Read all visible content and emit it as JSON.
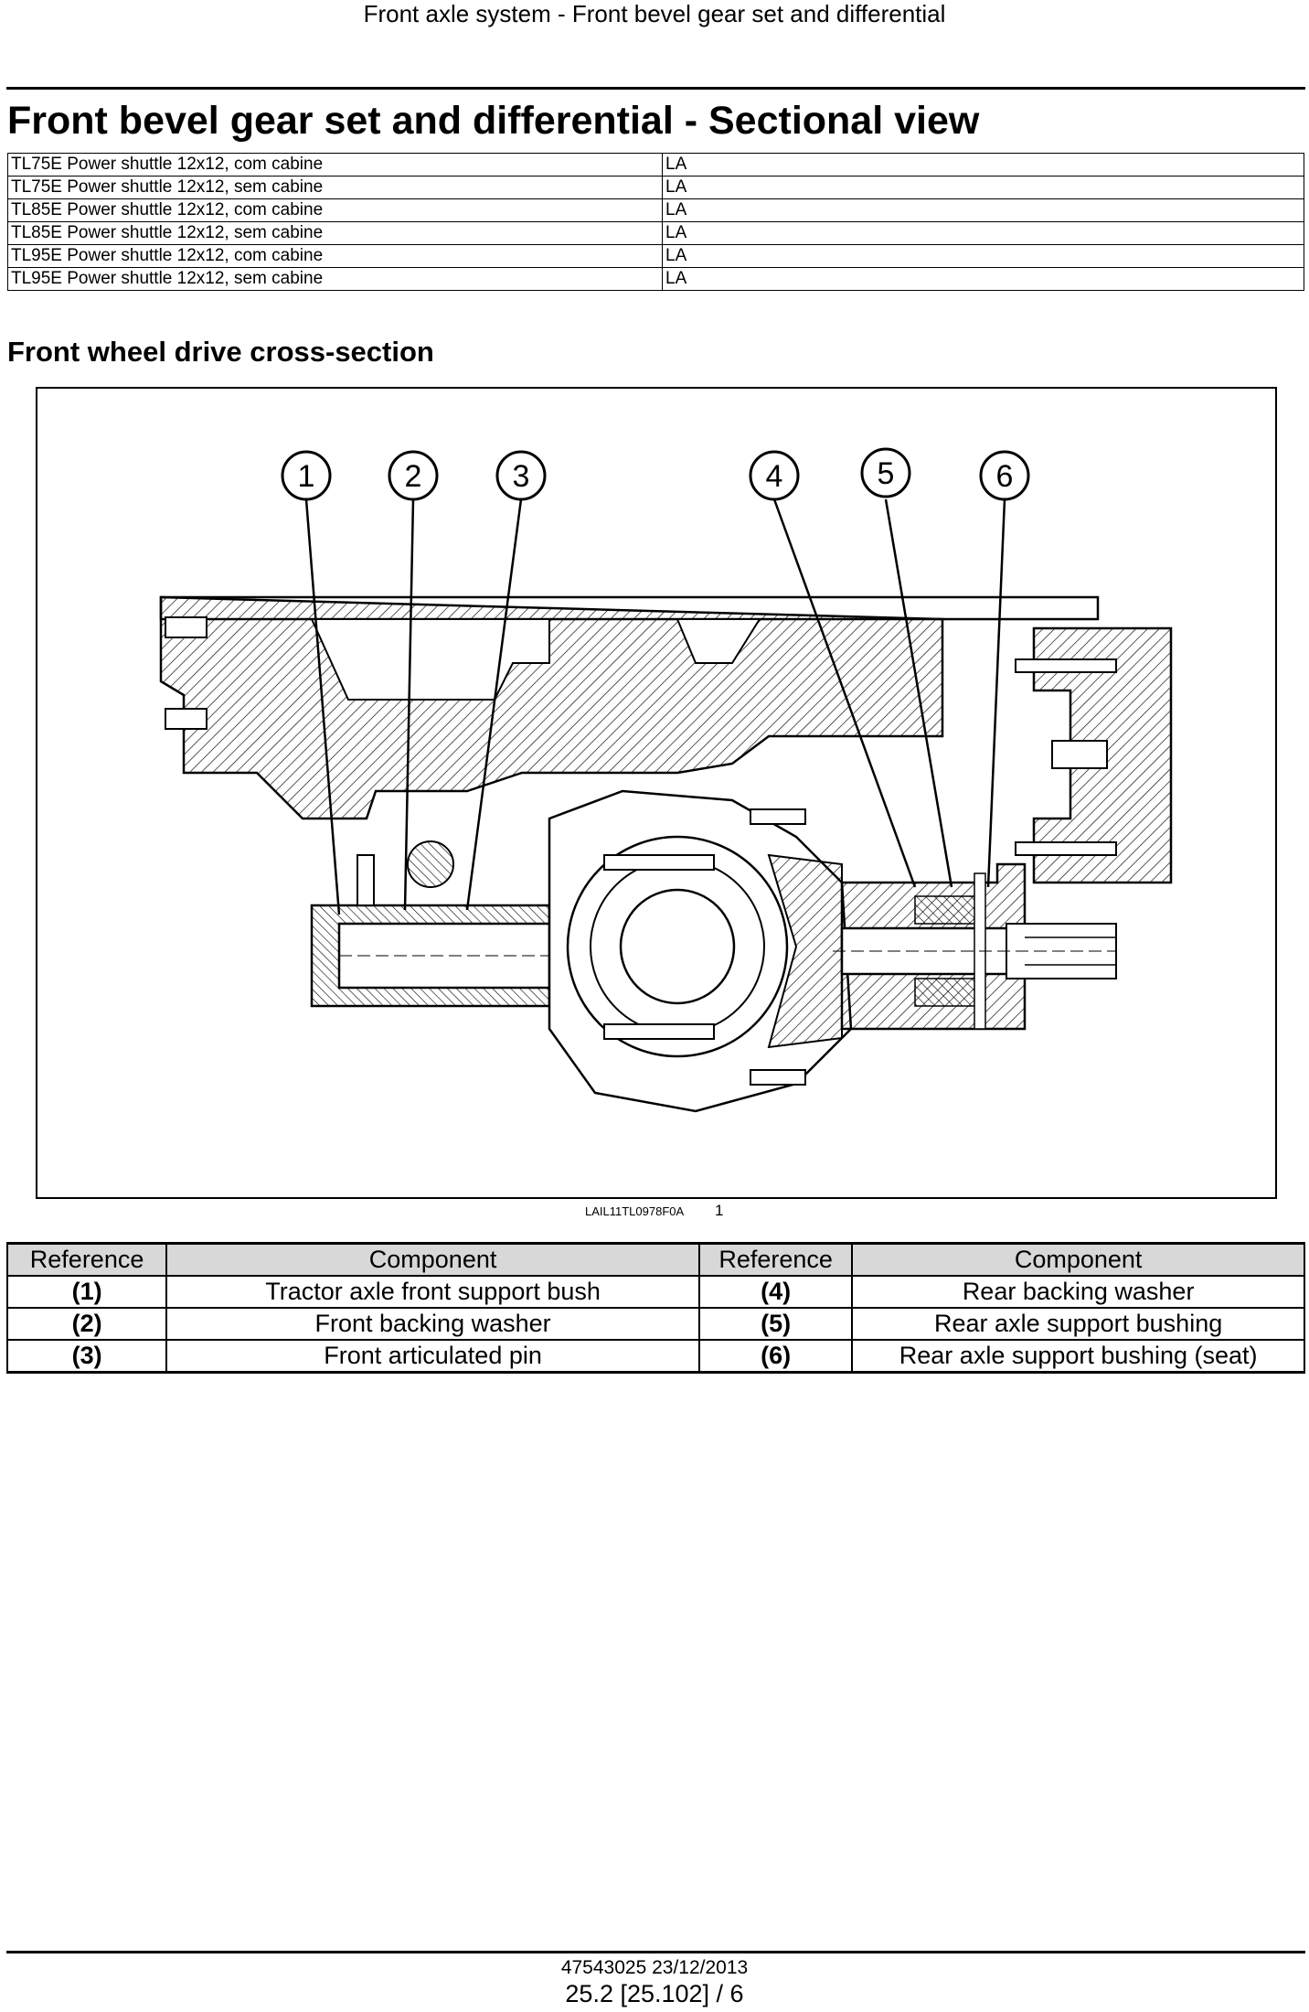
{
  "running_header": "Front axle system - Front bevel gear set and differential",
  "page_title": "Front bevel gear set and differential - Sectional view",
  "models": [
    {
      "model": "TL75E Power shuttle 12x12, com cabine",
      "code": "LA"
    },
    {
      "model": "TL75E Power shuttle 12x12, sem cabine",
      "code": "LA"
    },
    {
      "model": "TL85E Power shuttle 12x12, com cabine",
      "code": "LA"
    },
    {
      "model": "TL85E Power shuttle 12x12, sem cabine",
      "code": "LA"
    },
    {
      "model": "TL95E Power shuttle 12x12, com cabine",
      "code": "LA"
    },
    {
      "model": "TL95E Power shuttle 12x12, sem cabine",
      "code": "LA"
    }
  ],
  "section_heading": "Front wheel drive cross-section",
  "figure": {
    "callouts": [
      "1",
      "2",
      "3",
      "4",
      "5",
      "6"
    ],
    "code": "LAIL11TL0978F0A",
    "number": "1"
  },
  "reference_table": {
    "headers": [
      "Reference",
      "Component",
      "Reference",
      "Component"
    ],
    "rows": [
      {
        "ref_a": "(1)",
        "comp_a": "Tractor axle front support bush",
        "ref_b": "(4)",
        "comp_b": "Rear backing washer"
      },
      {
        "ref_a": "(2)",
        "comp_a": "Front backing washer",
        "ref_b": "(5)",
        "comp_b": "Rear axle support bushing"
      },
      {
        "ref_a": "(3)",
        "comp_a": "Front articulated pin",
        "ref_b": "(6)",
        "comp_b": "Rear axle support bushing (seat)"
      }
    ]
  },
  "footer": {
    "doc_info": "47543025 23/12/2013",
    "page": "25.2 [25.102] / 6"
  }
}
